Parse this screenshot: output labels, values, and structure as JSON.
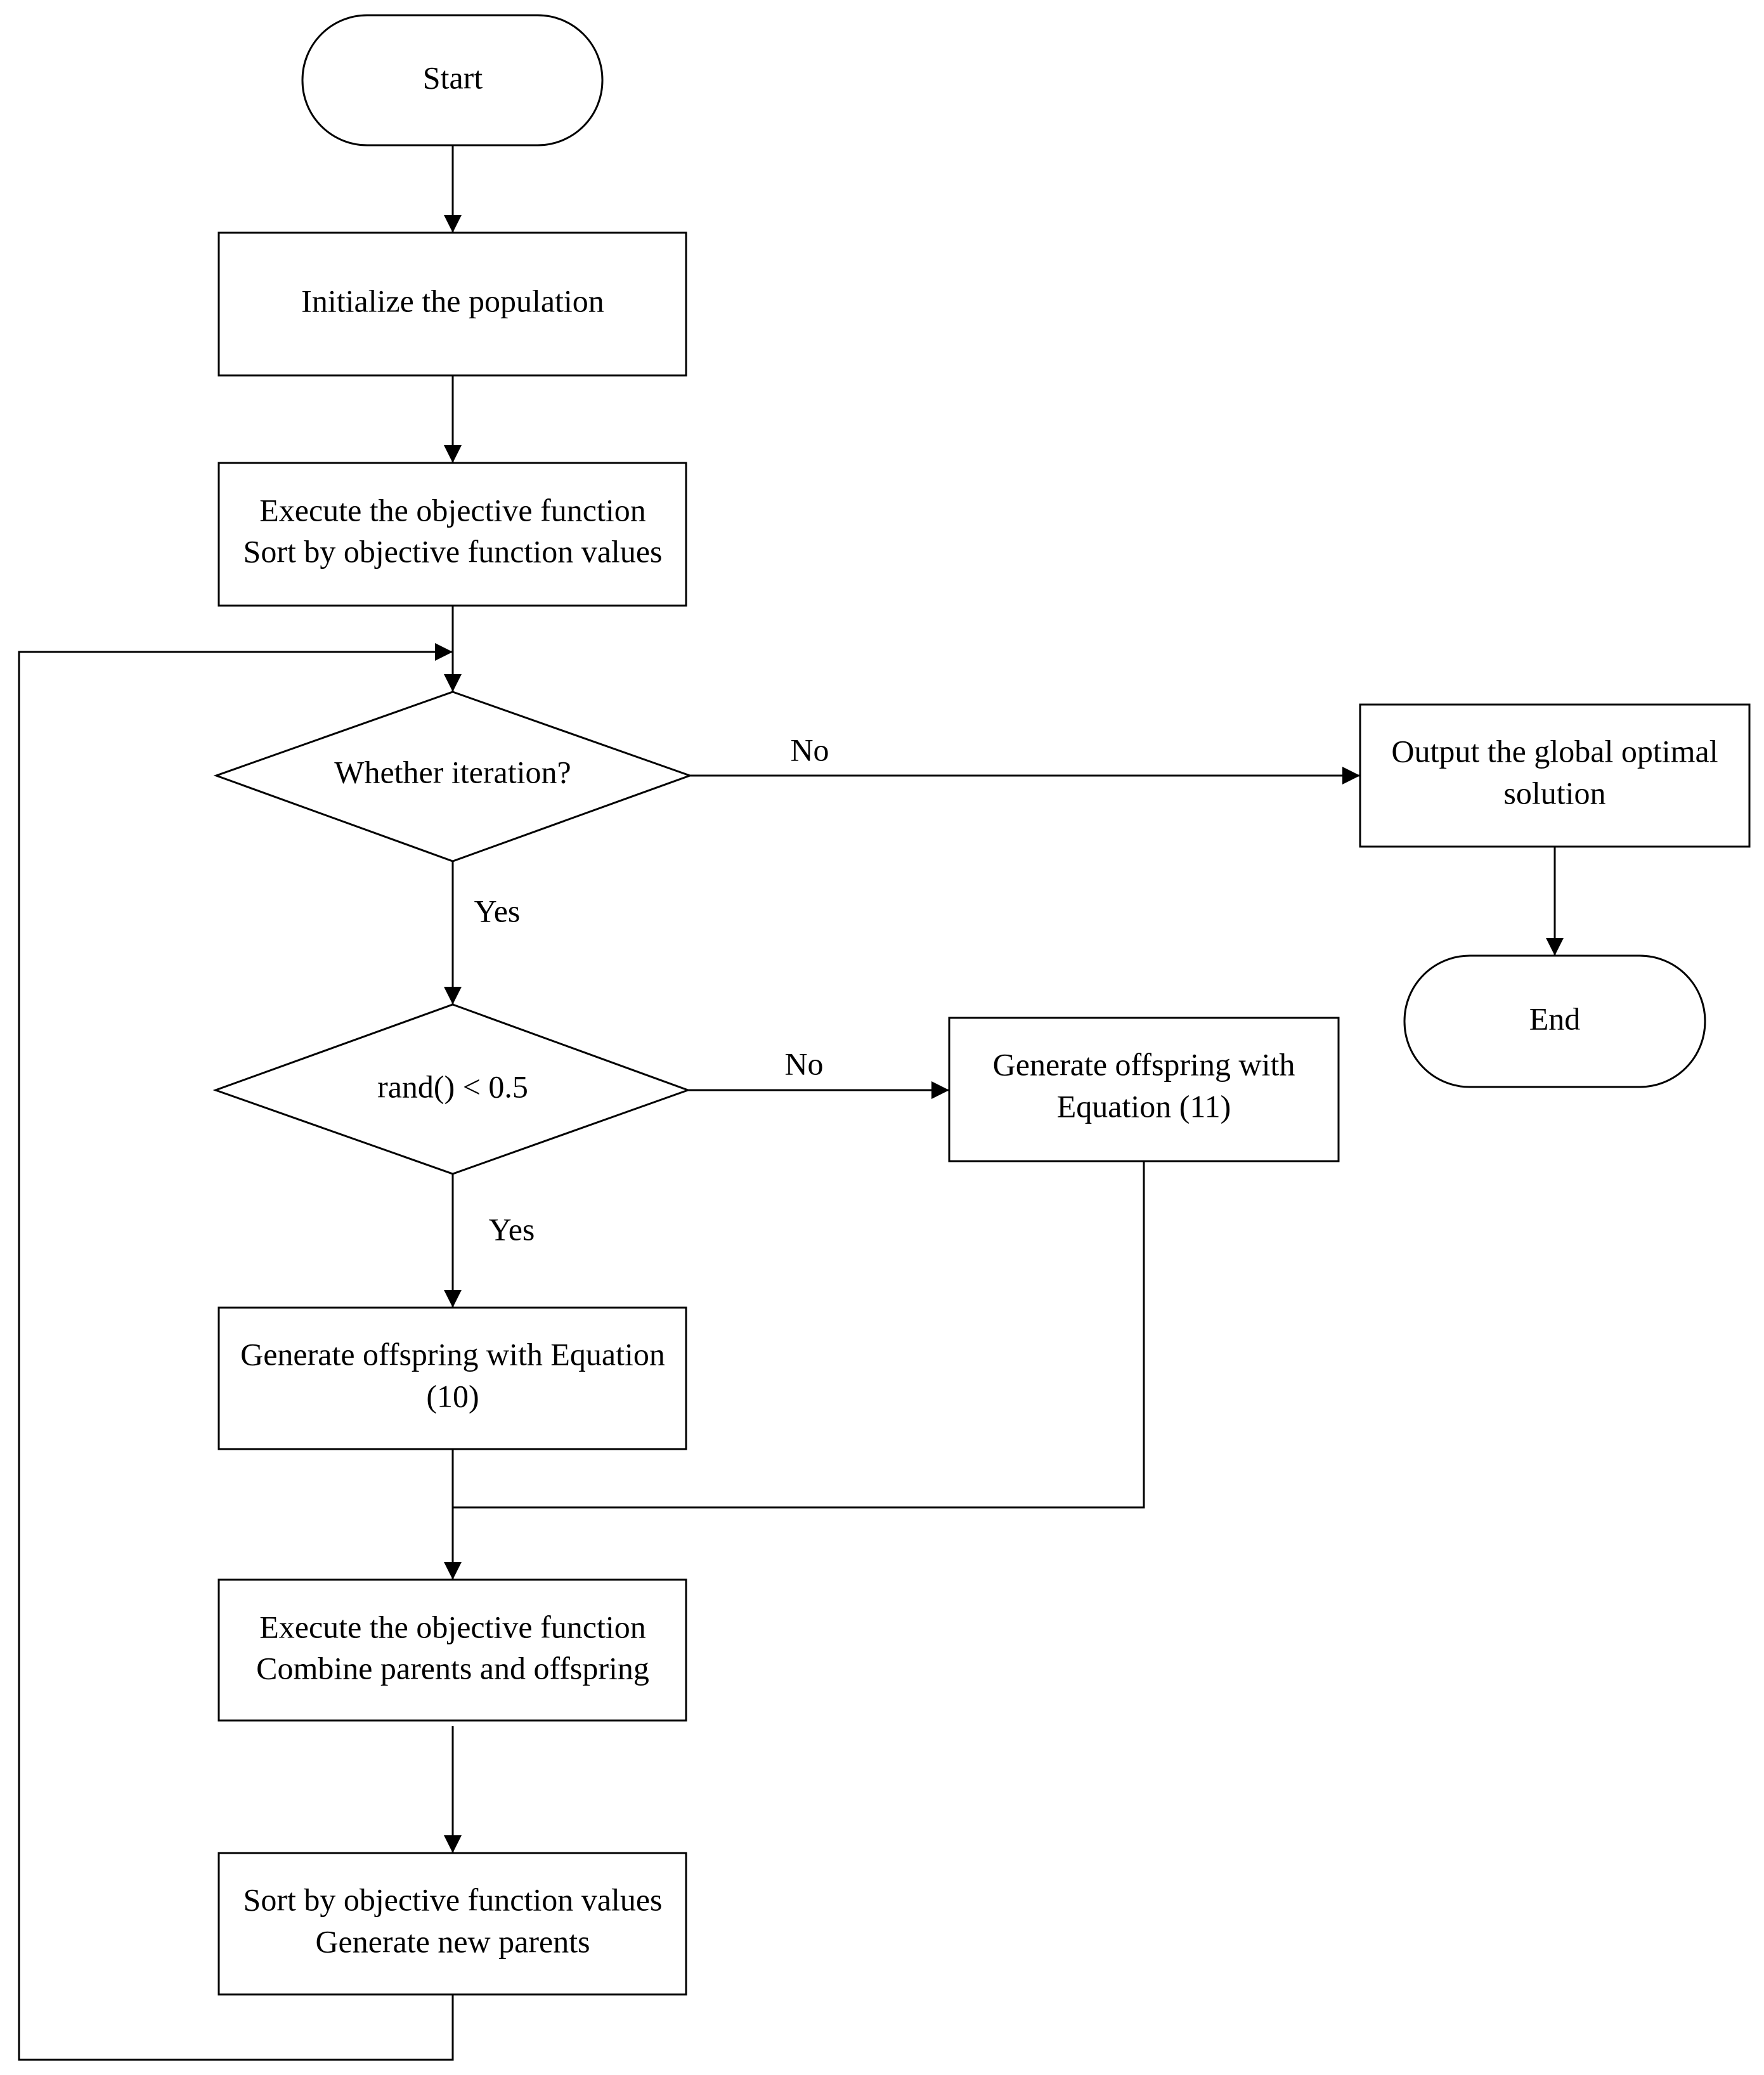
{
  "nodes": {
    "start": "Start",
    "init": "Initialize the population",
    "eval1": [
      "Execute the objective function",
      "Sort by objective function values"
    ],
    "iter": "Whether iteration?",
    "rand": "rand() < 0.5",
    "gen10": [
      "Generate offspring with Equation",
      "(10)"
    ],
    "gen11": [
      "Generate offspring with",
      "Equation (11)"
    ],
    "eval2": [
      "Execute the objective function",
      "Combine parents and offspring"
    ],
    "sort": [
      "Sort by objective function values",
      "Generate new parents"
    ],
    "output": [
      "Output the global optimal",
      "solution"
    ],
    "end": "End"
  },
  "edge_labels": {
    "iter_no": "No",
    "iter_yes": "Yes",
    "rand_no": "No",
    "rand_yes": "Yes"
  },
  "colors": {
    "stroke": "#000000",
    "fill": "#ffffff"
  }
}
